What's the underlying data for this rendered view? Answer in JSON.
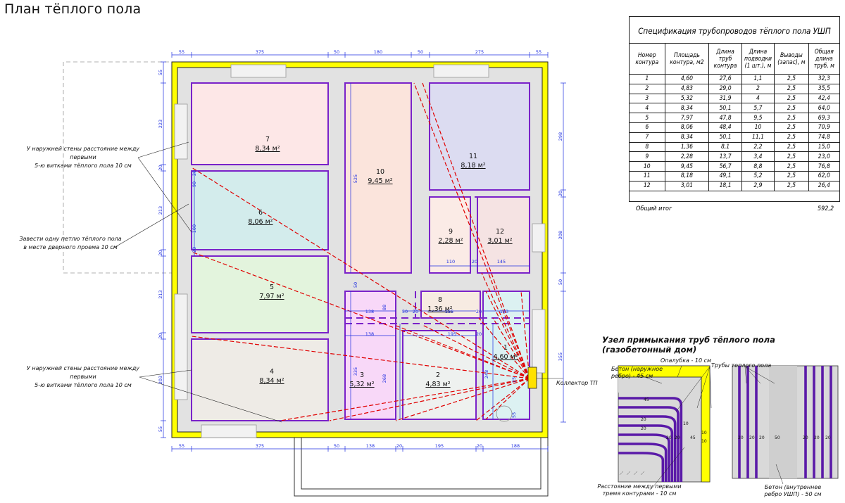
{
  "title": "План тёплого пола",
  "spec": {
    "caption": "Спецификация трубопроводов тёплого пола УШП",
    "headers": [
      "Номер контура",
      "Площадь контура, м2",
      "Длина труб контура",
      "Длина подводки (1 шт.), м",
      "Выводы (запас), м",
      "Общая длина труб, м"
    ],
    "rows": [
      [
        "1",
        "4,60",
        "27,6",
        "1,1",
        "2,5",
        "32,3"
      ],
      [
        "2",
        "4,83",
        "29,0",
        "2",
        "2,5",
        "35,5"
      ],
      [
        "3",
        "5,32",
        "31,9",
        "4",
        "2,5",
        "42,4"
      ],
      [
        "4",
        "8,34",
        "50,1",
        "5,7",
        "2,5",
        "64,0"
      ],
      [
        "5",
        "7,97",
        "47,8",
        "9,5",
        "2,5",
        "69,3"
      ],
      [
        "6",
        "8,06",
        "48,4",
        "10",
        "2,5",
        "70,9"
      ],
      [
        "7",
        "8,34",
        "50,1",
        "11,1",
        "2,5",
        "74,8"
      ],
      [
        "8",
        "1,36",
        "8,1",
        "2,2",
        "2,5",
        "15,0"
      ],
      [
        "9",
        "2,28",
        "13,7",
        "3,4",
        "2,5",
        "23,0"
      ],
      [
        "10",
        "9,45",
        "56,7",
        "8,8",
        "2,5",
        "76,8"
      ],
      [
        "11",
        "8,18",
        "49,1",
        "5,2",
        "2,5",
        "62,0"
      ],
      [
        "12",
        "3,01",
        "18,1",
        "2,9",
        "2,5",
        "26,4"
      ]
    ],
    "total_label": "Общий итог",
    "total_value": "592,2"
  },
  "rooms": [
    {
      "num": "7",
      "area": "8,34 м²",
      "color": "#fde7e7"
    },
    {
      "num": "6",
      "area": "8,06 м²",
      "color": "#d3ecec"
    },
    {
      "num": "5",
      "area": "7,97 м²",
      "color": "#e3f4dd"
    },
    {
      "num": "4",
      "area": "8,34 м²",
      "color": "#eeebe6"
    },
    {
      "num": "10",
      "area": "9,45 м²",
      "color": "#fbe4dc"
    },
    {
      "num": "11",
      "area": "8,18 м²",
      "color": "#dcdcf1"
    },
    {
      "num": "9",
      "area": "2,28 м²",
      "color": "#fbebe6"
    },
    {
      "num": "12",
      "area": "3,01 м²",
      "color": "#f5e3e3"
    },
    {
      "num": "8",
      "area": "1,36 м²",
      "color": "#f7ebe2"
    },
    {
      "num": "3",
      "area": "5,32 м²",
      "color": "#f8d8f8"
    },
    {
      "num": "2",
      "area": "4,83 м²",
      "color": "#eef1ef"
    },
    {
      "num": "1",
      "area": "4,60 м²",
      "color": "#dcf1f2"
    }
  ],
  "dims": {
    "top": [
      "55",
      "375",
      "50",
      "180",
      "50",
      "275",
      "55"
    ],
    "bottom": [
      "55",
      "375",
      "50",
      "138",
      "20",
      "195",
      "20",
      "188"
    ],
    "left": [
      "55",
      "223",
      "20",
      "213",
      "20",
      "213",
      "20",
      "203",
      "55"
    ],
    "right": [
      "298",
      "20",
      "208",
      "50",
      "355"
    ],
    "inner": [
      "525",
      "50",
      "88",
      "138",
      "138",
      "50",
      "20",
      "155",
      "20",
      "195",
      "20",
      "123",
      "335",
      "268",
      "110",
      "20",
      "145",
      "248",
      "100",
      "20",
      "20",
      "90",
      "25",
      "55"
    ]
  },
  "notes": {
    "note1": [
      "У наружней стены расстояние между первыми",
      "5-ю витками тёплого пола 10 см"
    ],
    "note2": [
      "Завести одну петлю тёплого пола",
      "в месте дверного проема 10 см"
    ],
    "note3": [
      "У наружней стены расстояние между первыми",
      "5-ю витками тёплого пола 10 см"
    ],
    "collector": "Коллектор ТП"
  },
  "node": {
    "title": "Узел примыкания труб тёплого пола (газобетонный дом)",
    "concrete_outer": [
      "Бетон (наружное",
      "ребро) - 45 см"
    ],
    "formwork": "Опалубка - 10 см",
    "pipes": "Трубы теплого пола",
    "distance": [
      "Расстояние между первыми",
      "тремя контурами - 10 см"
    ],
    "concrete_inner": [
      "Бетон (внутреннее",
      "ребро УШП) - 50 см"
    ],
    "dims_left": [
      "45",
      "20",
      "20",
      "10",
      "45",
      "10",
      "10",
      "20",
      "20"
    ],
    "dims_right": [
      "20",
      "20",
      "20",
      "50",
      "20",
      "20",
      "20"
    ]
  },
  "colors": {
    "pipe": "#7a22c9",
    "dim": "#1f2fe0",
    "red": "#e00000",
    "wall": "#ffff00"
  }
}
